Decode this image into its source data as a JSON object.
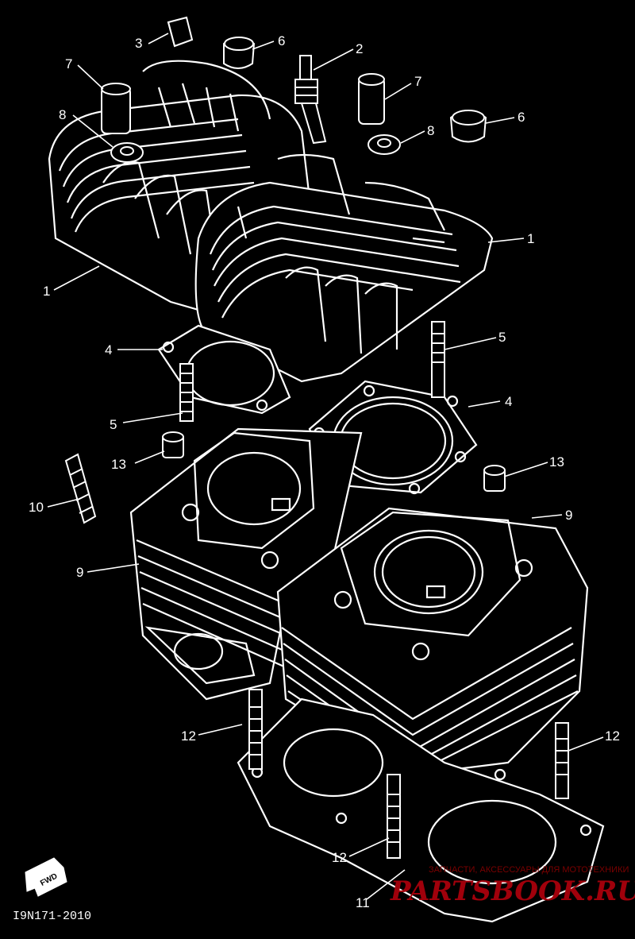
{
  "diagram": {
    "part_code": "I9N171-2010",
    "forward_label": "FWD",
    "callouts": {
      "head_left": "1",
      "head_right": "1",
      "spark_plug": "2",
      "cap": "3",
      "gasket_top": "4",
      "gasket_upper": "4",
      "stud_right": "5",
      "stud_left": "5",
      "nut_top": "6",
      "nut_right": "6",
      "dowel_left": "7",
      "dowel_right": "7",
      "washer_left": "8",
      "washer_right": "8",
      "cylinder_left": "9",
      "cylinder_right": "9",
      "hose": "10",
      "base_gasket": "11",
      "stud_bottom_left": "12",
      "stud_bottom_right": "12",
      "stud_bottom_center": "12",
      "dowel_13_left": "13",
      "dowel_13_right": "13"
    }
  },
  "watermark": {
    "tagline": "ЗАПЧАСТИ, АКСЕССУАРЫ ДЛЯ МОТОТЕХНИКИ",
    "brand": "PARTSBOOK.RU"
  },
  "colors": {
    "background": "#000000",
    "line": "#ffffff",
    "watermark": "#a0000b"
  }
}
